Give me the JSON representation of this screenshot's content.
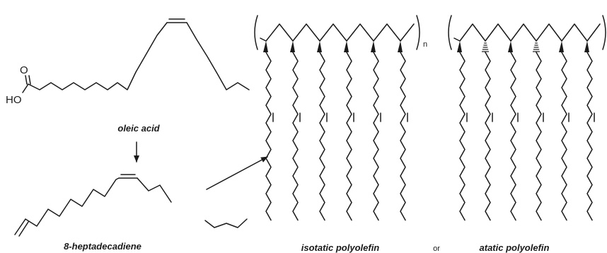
{
  "labels": {
    "oleic_acid": "oleic acid",
    "heptadecadiene": "8-heptadecadiene",
    "isotactic": "isotatic polyolefin",
    "or": "or",
    "atactic": "atatic polyolefin"
  },
  "atoms": {
    "carbonyl_o": "O",
    "hydroxyl": "HO"
  },
  "repeat_subscript": "n"
}
